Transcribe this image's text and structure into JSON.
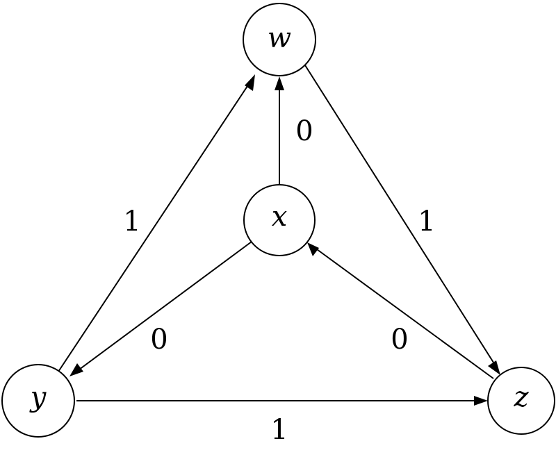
{
  "graph": {
    "nodes": [
      {
        "id": "w",
        "label": "w"
      },
      {
        "id": "x",
        "label": "x"
      },
      {
        "id": "y",
        "label": "y"
      },
      {
        "id": "z",
        "label": "z"
      }
    ],
    "edges": [
      {
        "from": "x",
        "to": "w",
        "label": "0"
      },
      {
        "from": "y",
        "to": "w",
        "label": "1"
      },
      {
        "from": "w",
        "to": "z",
        "label": "1"
      },
      {
        "from": "x",
        "to": "y",
        "label": "0"
      },
      {
        "from": "z",
        "to": "x",
        "label": "0"
      },
      {
        "from": "y",
        "to": "z",
        "label": "1"
      }
    ]
  }
}
